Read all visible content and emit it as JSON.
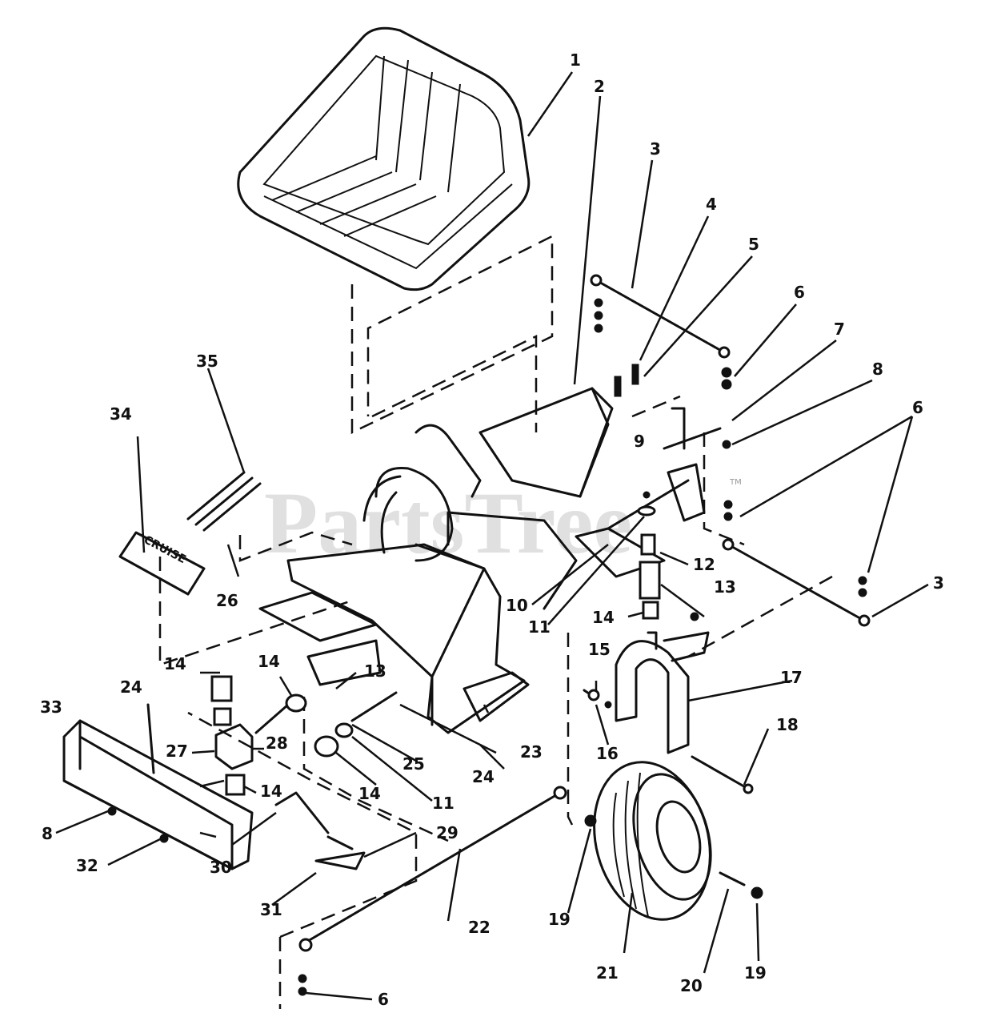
{
  "watermark": {
    "text": "PartsTree",
    "tm": "TM"
  },
  "decal_text": "CRUISE",
  "callouts": [
    {
      "id": "c1",
      "label": "1"
    },
    {
      "id": "c2",
      "label": "2"
    },
    {
      "id": "c3a",
      "label": "3"
    },
    {
      "id": "c3b",
      "label": "3"
    },
    {
      "id": "c4",
      "label": "4"
    },
    {
      "id": "c5",
      "label": "5"
    },
    {
      "id": "c6a",
      "label": "6"
    },
    {
      "id": "c6b",
      "label": "6"
    },
    {
      "id": "c6c",
      "label": "6"
    },
    {
      "id": "c7",
      "label": "7"
    },
    {
      "id": "c8a",
      "label": "8"
    },
    {
      "id": "c8b",
      "label": "8"
    },
    {
      "id": "c9",
      "label": "9"
    },
    {
      "id": "c10",
      "label": "10"
    },
    {
      "id": "c11a",
      "label": "11"
    },
    {
      "id": "c11b",
      "label": "11"
    },
    {
      "id": "c12",
      "label": "12"
    },
    {
      "id": "c13a",
      "label": "13"
    },
    {
      "id": "c13b",
      "label": "13"
    },
    {
      "id": "c14a",
      "label": "14"
    },
    {
      "id": "c14b",
      "label": "14"
    },
    {
      "id": "c14c",
      "label": "14"
    },
    {
      "id": "c14d",
      "label": "14"
    },
    {
      "id": "c14e",
      "label": "14"
    },
    {
      "id": "c15",
      "label": "15"
    },
    {
      "id": "c16",
      "label": "16"
    },
    {
      "id": "c17",
      "label": "17"
    },
    {
      "id": "c18",
      "label": "18"
    },
    {
      "id": "c19a",
      "label": "19"
    },
    {
      "id": "c19b",
      "label": "19"
    },
    {
      "id": "c20",
      "label": "20"
    },
    {
      "id": "c21",
      "label": "21"
    },
    {
      "id": "c22",
      "label": "22"
    },
    {
      "id": "c23",
      "label": "23"
    },
    {
      "id": "c24a",
      "label": "24"
    },
    {
      "id": "c24b",
      "label": "24"
    },
    {
      "id": "c25",
      "label": "25"
    },
    {
      "id": "c26",
      "label": "26"
    },
    {
      "id": "c27",
      "label": "27"
    },
    {
      "id": "c28",
      "label": "28"
    },
    {
      "id": "c29",
      "label": "29"
    },
    {
      "id": "c30",
      "label": "30"
    },
    {
      "id": "c31",
      "label": "31"
    },
    {
      "id": "c32",
      "label": "32"
    },
    {
      "id": "c33",
      "label": "33"
    },
    {
      "id": "c34",
      "label": "34"
    },
    {
      "id": "c35",
      "label": "35"
    }
  ]
}
